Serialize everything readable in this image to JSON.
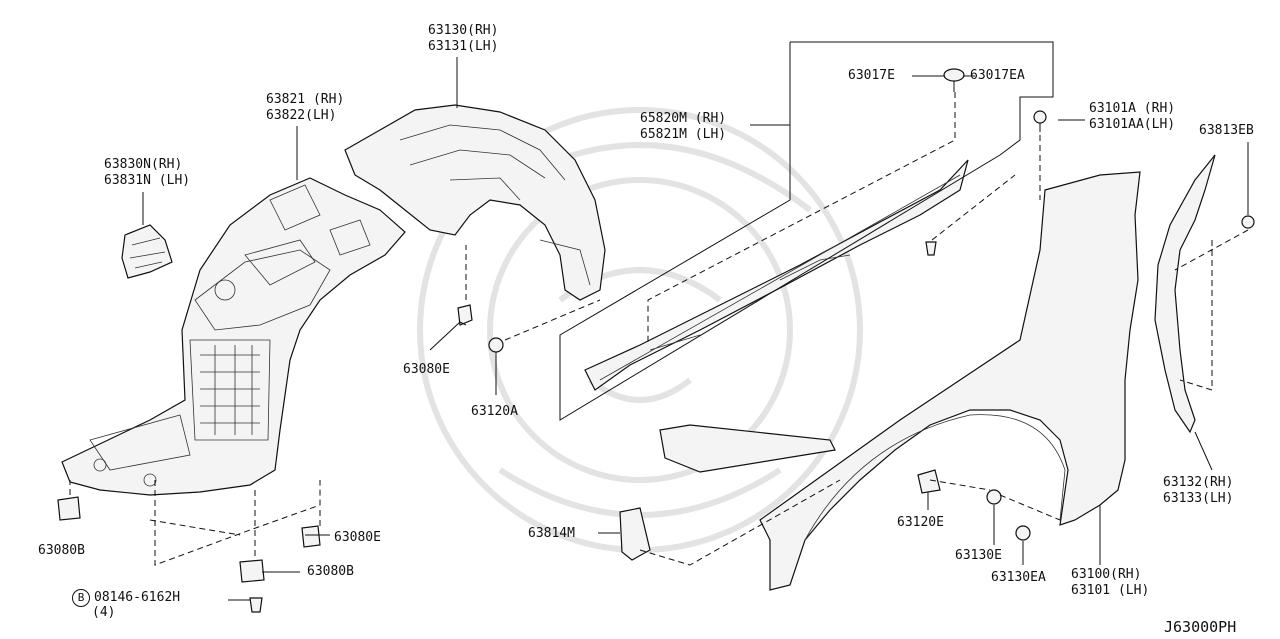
{
  "labels": {
    "p63130": "63130(RH)",
    "p63131": "63131(LH)",
    "p63821": "63821 (RH)",
    "p63822": "63822(LH)",
    "p63830n": "63830N(RH)",
    "p63831n": "63831N (LH)",
    "p65820m": "65820M (RH)",
    "p65821m": "65821M (LH)",
    "p63017e": "63017E",
    "p63017ea": "63017EA",
    "p63101a": "63101A (RH)",
    "p63101aa": "63101AA(LH)",
    "p63813eb": "63813EB",
    "p63080e_a": "63080E",
    "p63120a": "63120A",
    "p63080b_a": "63080B",
    "p63080e_b": "63080E",
    "p63080b_b": "63080B",
    "b_marker": "B",
    "p08146": "08146-6162H",
    "qty4": "(4)",
    "p63814m": "63814M",
    "p63120e": "63120E",
    "p63130e": "63130E",
    "p63130ea": "63130EA",
    "p63100": "63100(RH)",
    "p63101": "63101 (LH)",
    "p63132": "63132(RH)",
    "p63133": "63133(LH)",
    "diagram_code": "J63000PH"
  }
}
